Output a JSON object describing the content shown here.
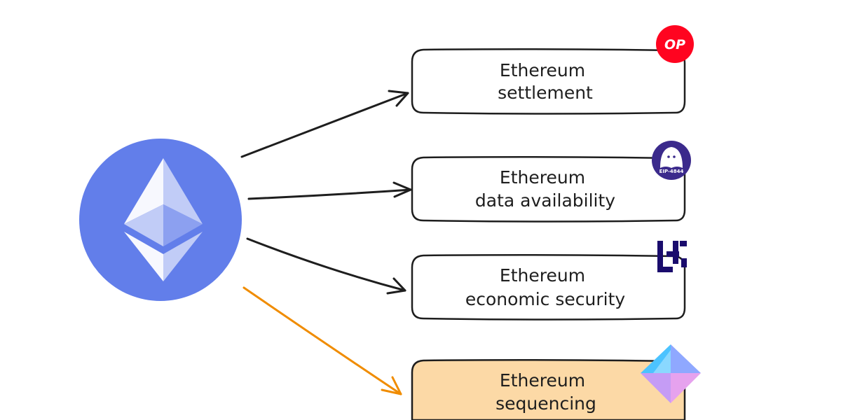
{
  "boxes": [
    {
      "line1": "Ethereum",
      "line2": "settlement",
      "fill": "#ffffff"
    },
    {
      "line1": "Ethereum",
      "line2": "data availability",
      "fill": "#ffffff"
    },
    {
      "line1": "Ethereum",
      "line2": "economic security",
      "fill": "#ffffff"
    },
    {
      "line1": "Ethereum",
      "line2": "sequencing",
      "fill": "#fcd9a6"
    }
  ],
  "badges": {
    "optimism": {
      "label": "OP",
      "icon": "optimism-logo-icon",
      "color": "#ff0420"
    },
    "blob": {
      "label": "EIP-4844",
      "icon": "blob-mascot-icon",
      "color": "#3b2a8c"
    },
    "eigenlayer": {
      "icon": "eigenlayer-logo-icon",
      "color": "#1a0c6d"
    },
    "espresso": {
      "icon": "crystal-gem-icon",
      "color": "#8fa8ff"
    }
  },
  "colors": {
    "ethereum_circle": "#627eea",
    "arrow": "#1e1e1e",
    "sequencing_arrow": "#f08c00"
  },
  "icons": {
    "ethereum": "ethereum-logo-icon"
  }
}
